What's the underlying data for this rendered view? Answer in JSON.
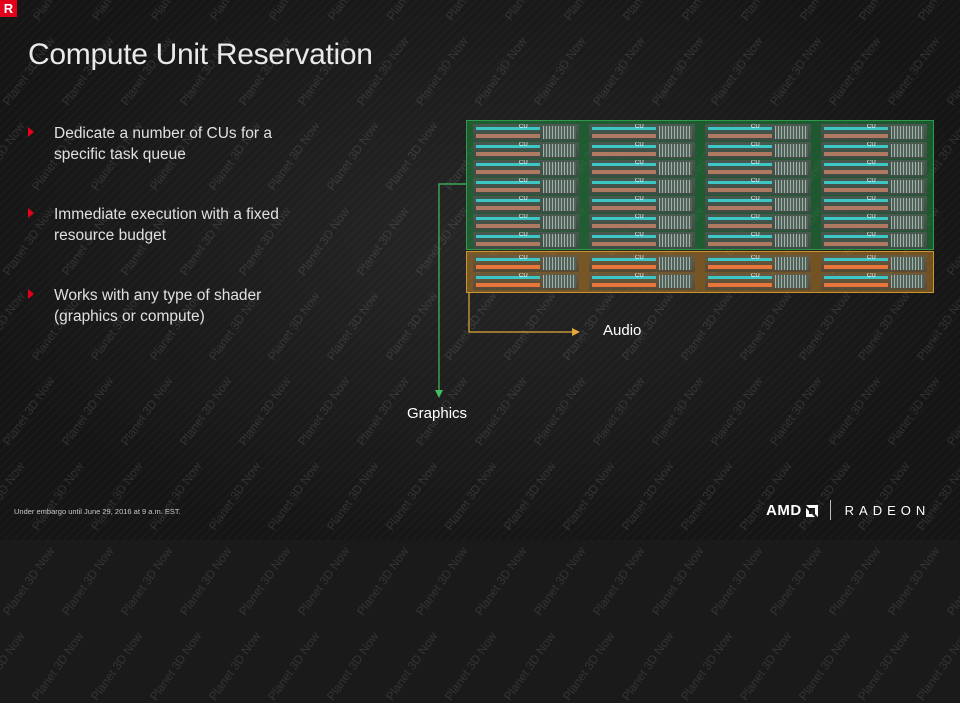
{
  "slide": {
    "logo_letter": "R",
    "title": "Compute Unit Reservation",
    "bullets": [
      "Dedicate a number of CUs for a specific task queue",
      "Immediate execution with a fixed resource budget",
      "Works with any type of shader (graphics or compute)"
    ],
    "diagram": {
      "cu_label": "CU",
      "audio_label": "Audio",
      "graphics_label": "Graphics"
    },
    "watermark_text": "Planet 3D Now",
    "footer": "Under embargo until June 29, 2016 at 9 a.m. EST.",
    "brand": {
      "amd": "AMD",
      "radeon": "RADEON"
    }
  },
  "colors": {
    "accent_red": "#e2001a",
    "graphics_green": "#2f9a4c",
    "audio_orange": "#c99532",
    "background": "#1a1a1a"
  }
}
